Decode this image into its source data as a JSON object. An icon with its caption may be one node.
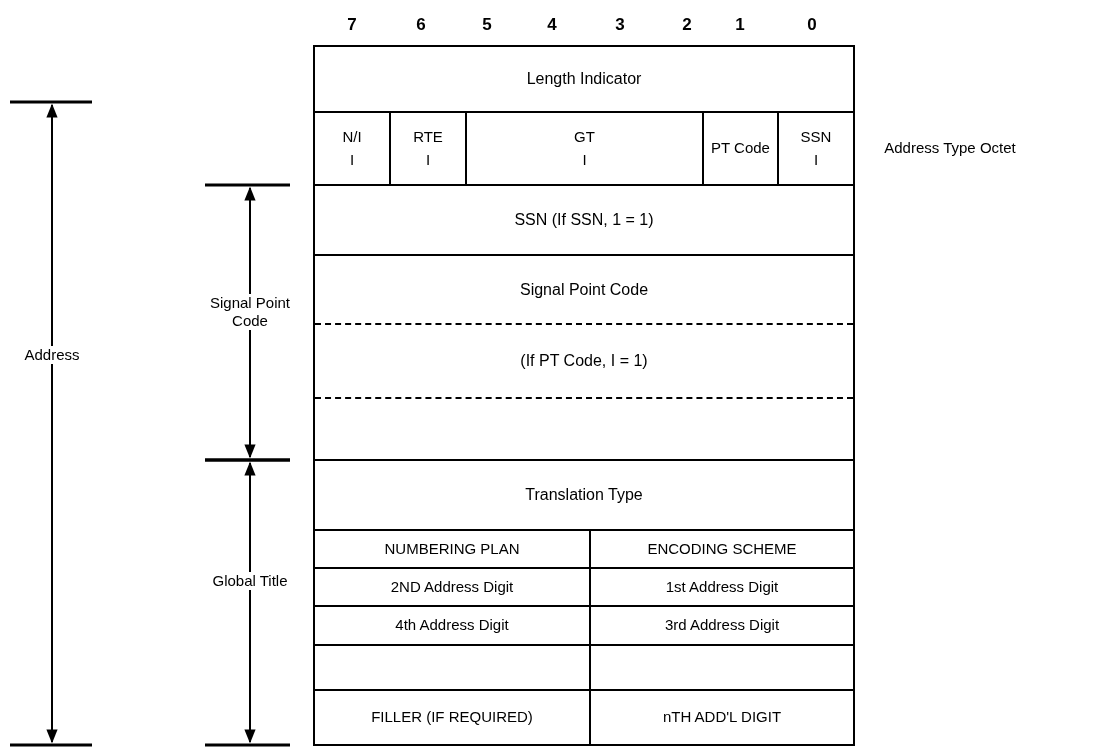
{
  "diagram": {
    "nodes": [
      {
        "text": [
          "Length Indicator"
        ]
      },
      {
        "text": [
          "N/I",
          "I"
        ]
      },
      {
        "text": [
          "RTE",
          "I"
        ]
      },
      {
        "text": [
          "GT",
          "I"
        ]
      },
      {
        "text": [
          "PT Code"
        ]
      },
      {
        "text": [
          "SSN",
          "I"
        ]
      },
      {
        "text": [
          "SSN (If SSN, 1 = 1)"
        ]
      },
      {
        "text": [
          "Signal Point Code",
          "(If PT Code, I = 1)"
        ]
      },
      {
        "text": [
          "Translation Type"
        ]
      },
      {
        "text": [
          "NUMBERING PLAN"
        ]
      },
      {
        "text": [
          "ENCODING SCHEME"
        ]
      },
      {
        "text": [
          "2ND Address Digit"
        ]
      },
      {
        "text": [
          "1st Address Digit"
        ]
      },
      {
        "text": [
          "4th Address Digit"
        ]
      },
      {
        "text": [
          "3rd Address Digit"
        ]
      },
      {
        "text": [],
        "shape": "box"
      },
      {
        "text": [],
        "shape": "box"
      },
      {
        "text": [
          "FILLER (IF REQUIRED)"
        ]
      },
      {
        "text": [
          "nTH ADD'L DIGIT"
        ]
      }
    ],
    "labels": [
      "7",
      "6",
      "5",
      "4",
      "3",
      "2",
      "1",
      "0",
      "Address Type Octet",
      "Signal Point Code",
      "Address",
      "Global Title"
    ]
  }
}
